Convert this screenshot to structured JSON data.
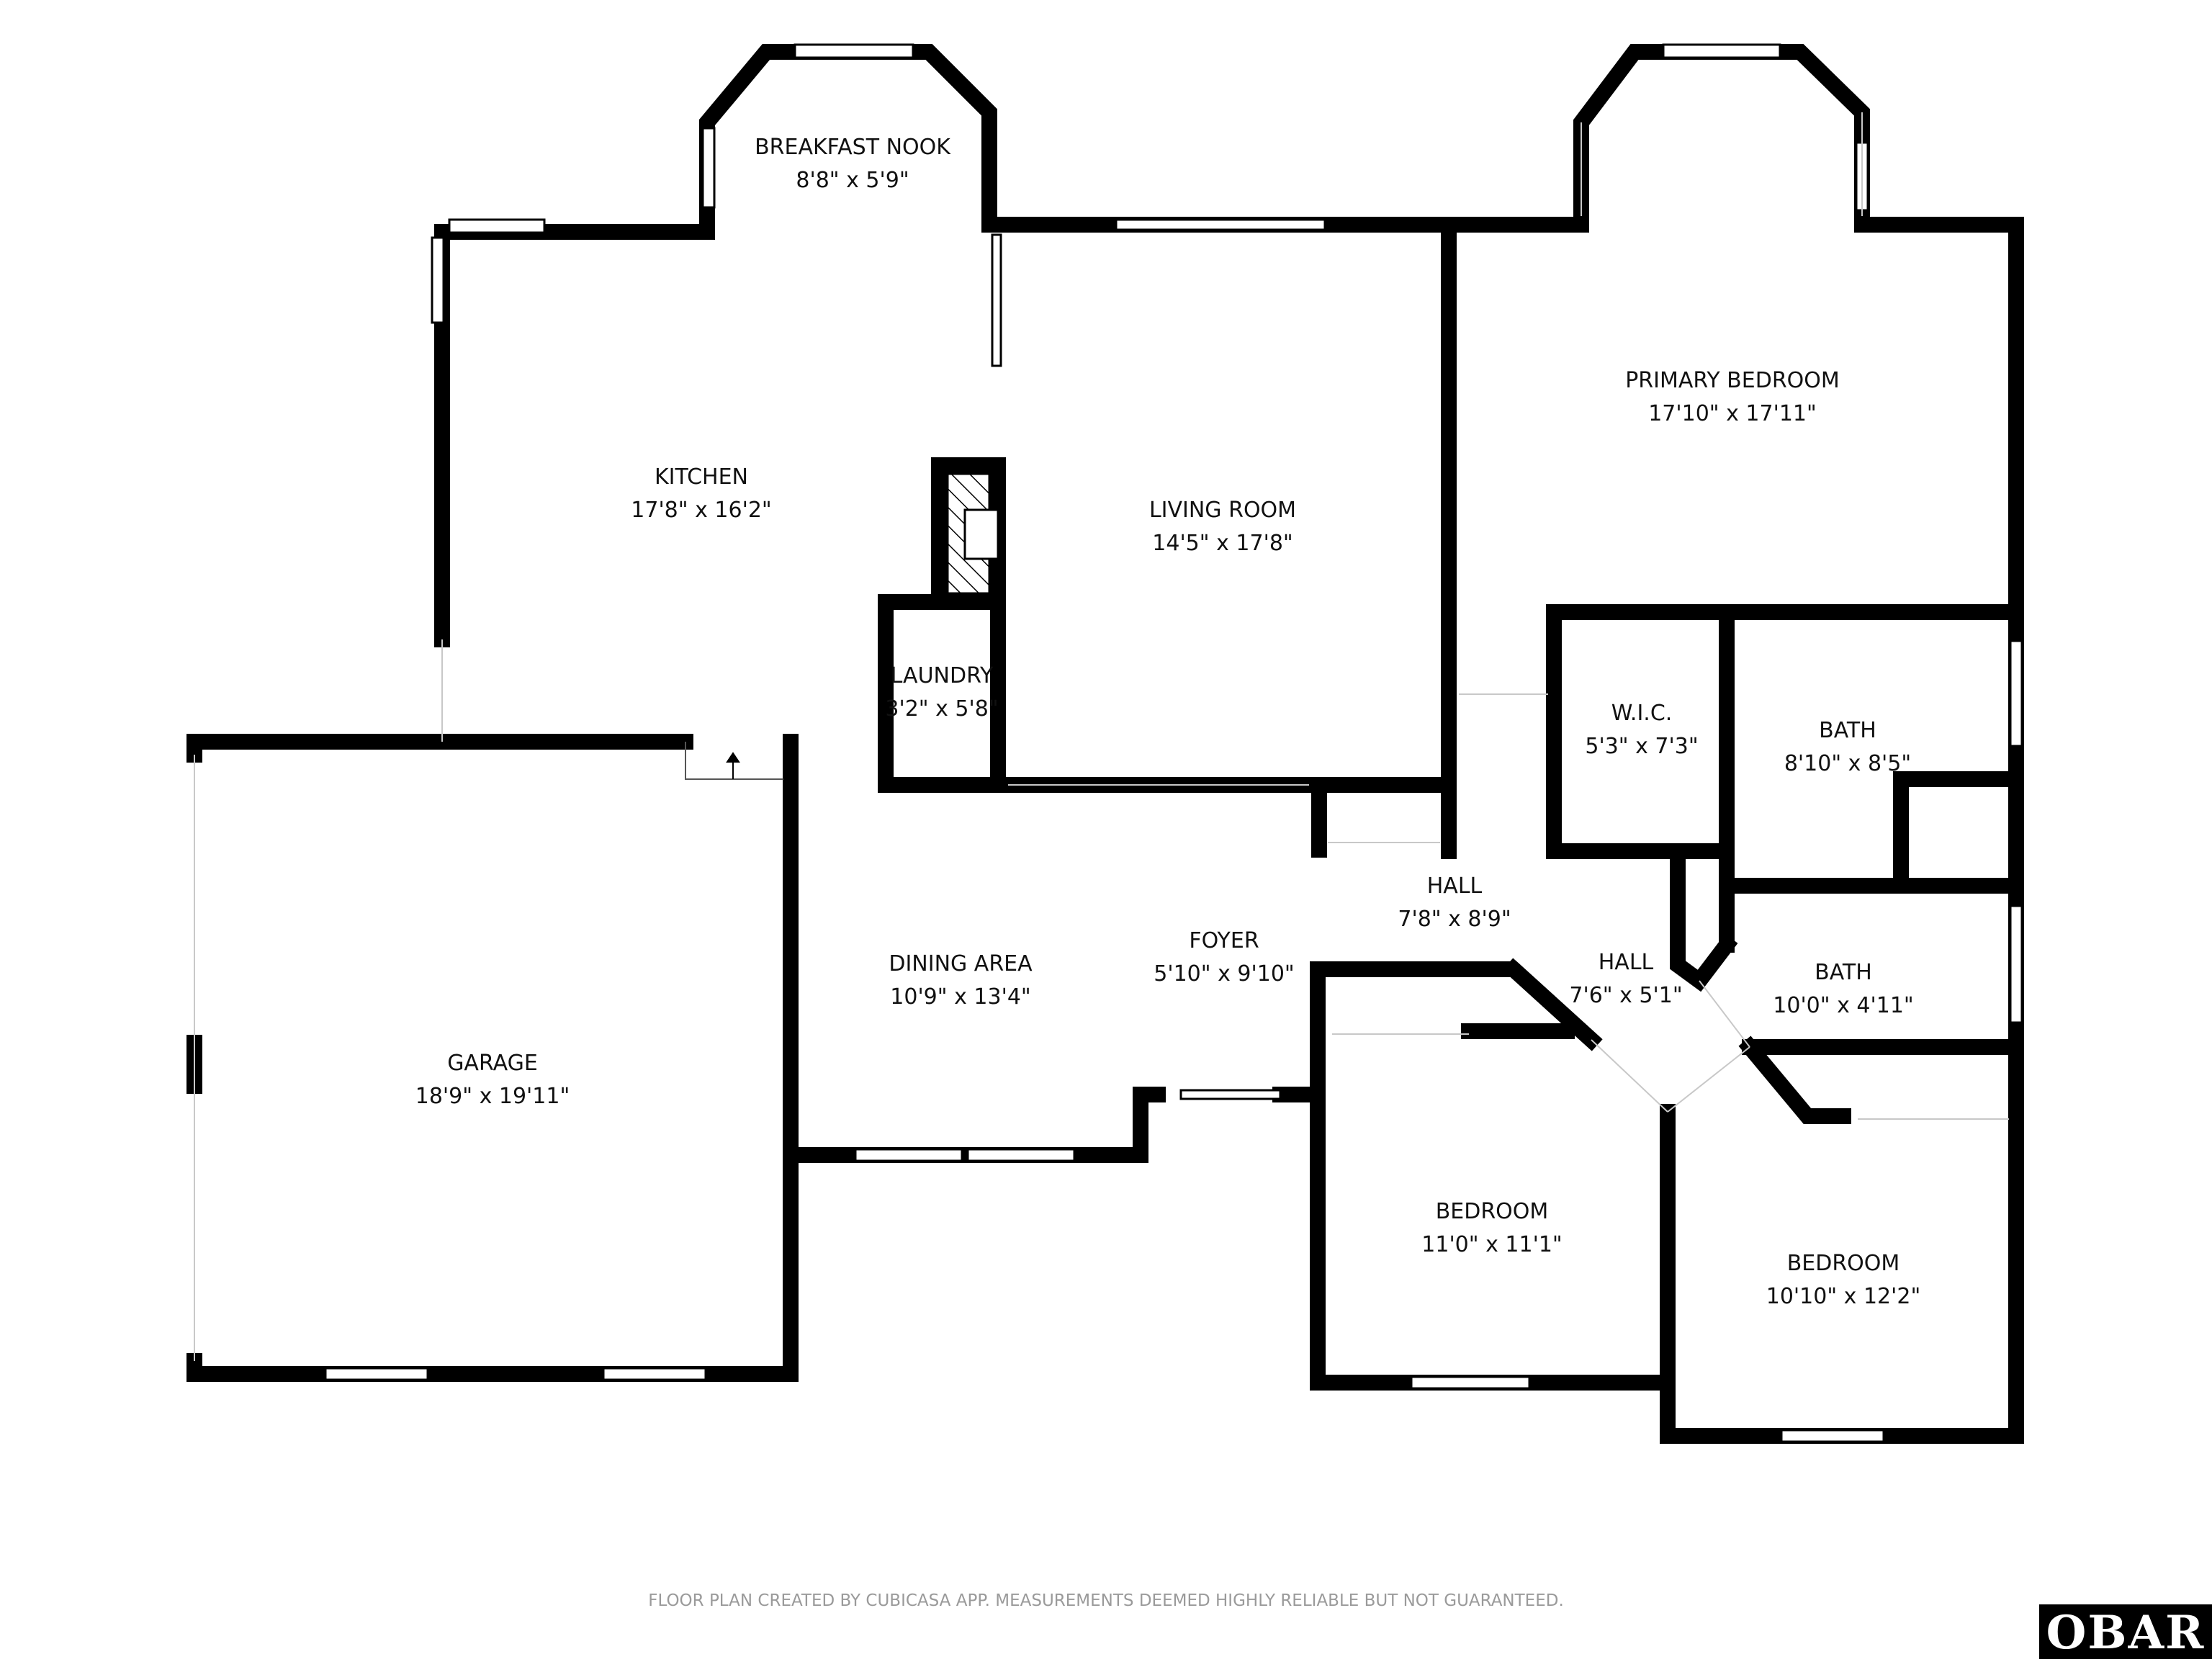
{
  "rooms": {
    "breakfast_nook": {
      "name": "BREAKFAST NOOK",
      "dims": "8'8\" x 5'9\""
    },
    "kitchen": {
      "name": "KITCHEN",
      "dims": "17'8\" x 16'2\""
    },
    "living_room": {
      "name": "LIVING ROOM",
      "dims": "14'5\" x 17'8\""
    },
    "primary_bedroom": {
      "name": "PRIMARY BEDROOM",
      "dims": "17'10\" x 17'11\""
    },
    "laundry": {
      "name": "LAUNDRY",
      "dims": "3'2\" x 5'8\""
    },
    "wic": {
      "name": "W.I.C.",
      "dims": "5'3\" x 7'3\""
    },
    "bath_primary": {
      "name": "BATH",
      "dims": "8'10\" x 8'5\""
    },
    "hall_main": {
      "name": "HALL",
      "dims": "7'8\" x 8'9\""
    },
    "hall_small": {
      "name": "HALL",
      "dims": "7'6\" x 5'1\""
    },
    "bath_hall": {
      "name": "BATH",
      "dims": "10'0\" x 4'11\""
    },
    "dining_area": {
      "name": "DINING AREA",
      "dims": "10'9\" x 13'4\""
    },
    "foyer": {
      "name": "FOYER",
      "dims": "5'10\" x 9'10\""
    },
    "garage": {
      "name": "GARAGE",
      "dims": "18'9\" x 19'11\""
    },
    "bedroom_left": {
      "name": "BEDROOM",
      "dims": "11'0\" x 11'1\""
    },
    "bedroom_right": {
      "name": "BEDROOM",
      "dims": "10'10\" x 12'2\""
    }
  },
  "footer": {
    "disclaimer": "FLOOR PLAN CREATED BY CUBICASA APP. MEASUREMENTS DEEMED HIGHLY RELIABLE BUT NOT GUARANTEED.",
    "logo": "OBAR"
  }
}
